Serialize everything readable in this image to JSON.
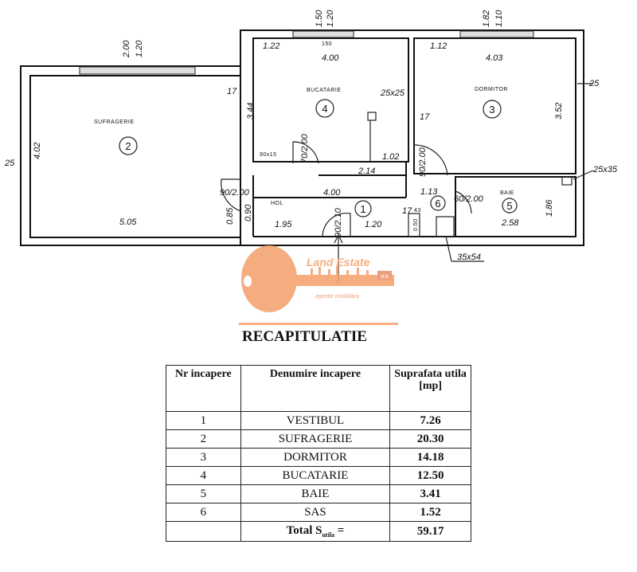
{
  "plan": {
    "rooms": {
      "sufragerie": {
        "label": "SUFRAGERIE",
        "number": "2"
      },
      "bucatarie": {
        "label": "BUCATARIE",
        "number": "4"
      },
      "dormitor": {
        "label": "DORMITOR",
        "number": "3"
      },
      "hol": {
        "label": "HOL",
        "number": "1"
      },
      "sas": {
        "number": "6"
      },
      "baie": {
        "label": "BAIE",
        "number": "5"
      }
    },
    "dimensions": {
      "suf_window_a": "2.00",
      "suf_window_b": "1.20",
      "kit_window_a": "1.50",
      "kit_window_b": "1.20",
      "dor_window_a": "1.82",
      "dor_window_b": "1.10",
      "kit_top_offset": "1.22",
      "kit_window_width": "150",
      "dor_top_offset": "1.12",
      "kit_width": "4.00",
      "dor_width": "4.03",
      "wall_17a": "17",
      "kit_height": "3.44",
      "suf_height": "4.02",
      "wall_25_left": "25",
      "duct": "25x25",
      "wall_17b": "17",
      "dor_height": "3.52",
      "wall_25_right": "25",
      "niche": "90x15",
      "kit_door": "70/2.00",
      "kit_1_02": "1.02",
      "kit_2_14": "2.14",
      "dor_door": "90/2.00",
      "duct_baie": "25x35",
      "suf_door": "90/2.00",
      "suf_0_85": "0.85",
      "hol_0_90": "0.90",
      "hol_width": "4.00",
      "sas_1_13": "1.13",
      "baie_door": "60/2.00",
      "baie_height": "1.86",
      "hol_1_95": "1.95",
      "entry_door": "90/2.10",
      "hol_1_20": "1.20",
      "sas_17": "17",
      "sas_43": "43",
      "baie_width": "2.58",
      "sas_0_50": "0.50",
      "shaft": "35x54",
      "suf_width": "5.05"
    }
  },
  "logo": {
    "brand": "Land Estate",
    "tagline": "agentie imobiliara",
    "badge": "3Db",
    "color": "#f4a572"
  },
  "recap": {
    "title": "RECAPITULATIE",
    "headers": {
      "nr": "Nr incapere",
      "name": "Denumire incapere",
      "area": "Suprafata utila [mp]"
    },
    "rows": [
      {
        "nr": "1",
        "name": "VESTIBUL",
        "area": "7.26"
      },
      {
        "nr": "2",
        "name": "SUFRAGERIE",
        "area": "20.30"
      },
      {
        "nr": "3",
        "name": "DORMITOR",
        "area": "14.18"
      },
      {
        "nr": "4",
        "name": "BUCATARIE",
        "area": "12.50"
      },
      {
        "nr": "5",
        "name": "BAIE",
        "area": "3.41"
      },
      {
        "nr": "6",
        "name": "SAS",
        "area": "1.52"
      }
    ],
    "total": {
      "label": "Total S",
      "sub": "utila",
      "eq": " =",
      "area": "59.17"
    }
  }
}
